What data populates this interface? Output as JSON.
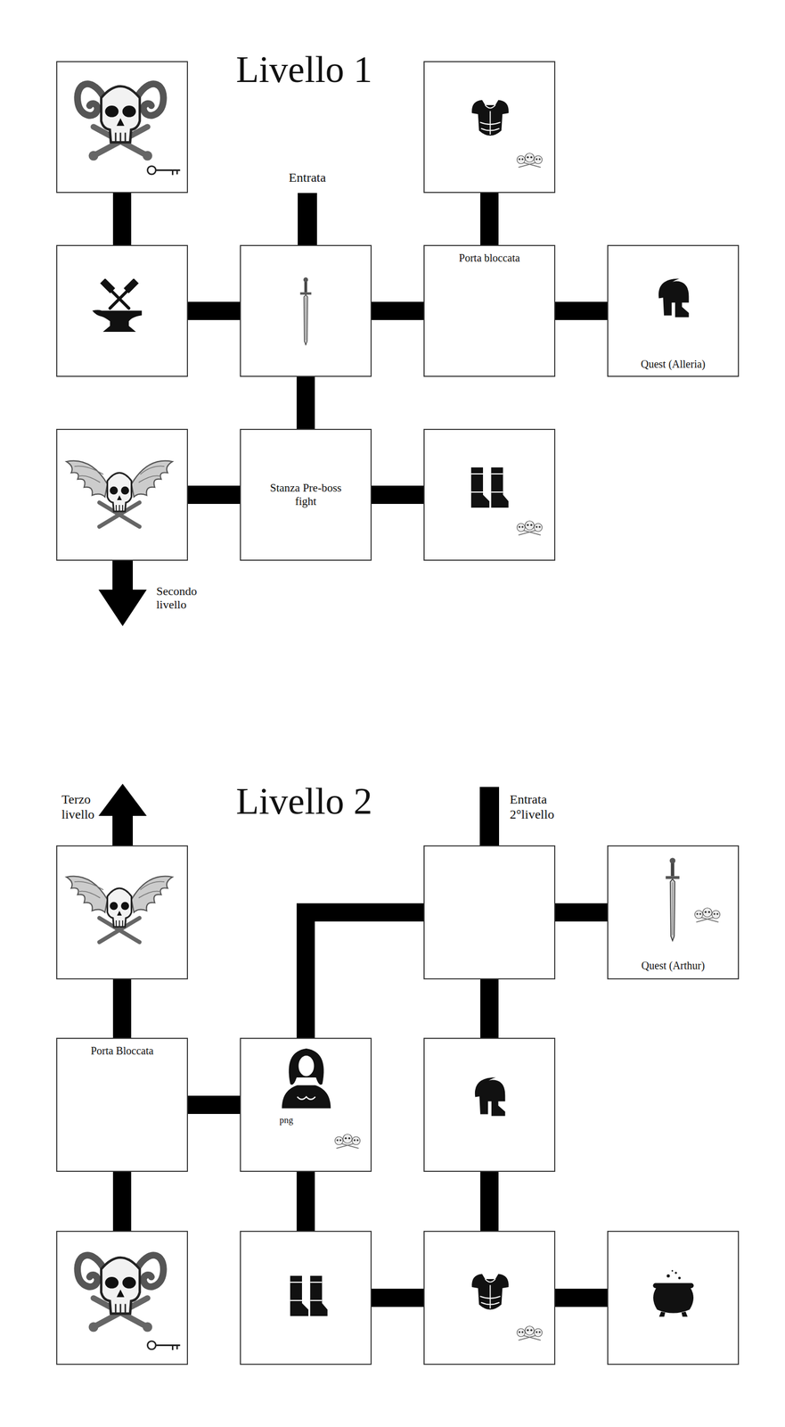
{
  "diagram": {
    "nodes": [
      {},
      {},
      {},
      {},
      {
        "text": [
          "Porta bloccata"
        ]
      },
      {
        "text": [
          "Quest (Alleria)"
        ]
      },
      {},
      {
        "text": [
          "Stanza Pre-boss fight"
        ]
      },
      {},
      {},
      {},
      {
        "text": [
          "Quest (Arthur)"
        ]
      },
      {
        "text": [
          "Porta Bloccata"
        ]
      },
      {
        "text": [
          "png"
        ]
      },
      {},
      {},
      {},
      {},
      {}
    ],
    "edges": [
      {
        "from": 0,
        "to": 2,
        "arrow": "none"
      },
      {
        "from": 2,
        "to": 3,
        "arrow": "none"
      },
      {
        "from": 3,
        "to": 4,
        "arrow": "none"
      },
      {
        "from": 4,
        "to": 5,
        "arrow": "none"
      },
      {
        "from": 1,
        "to": 4,
        "arrow": "none"
      },
      {
        "from": 3,
        "to": 7,
        "arrow": "none"
      },
      {
        "from": 6,
        "to": 7,
        "arrow": "none"
      },
      {
        "from": 7,
        "to": 8,
        "arrow": "none"
      },
      {
        "from": 9,
        "to": 12,
        "arrow": "none"
      },
      {
        "from": 10,
        "to": 11,
        "arrow": "none"
      },
      {
        "from": 13,
        "to": 10,
        "arrow": "none"
      },
      {
        "from": 10,
        "to": 14,
        "arrow": "none"
      },
      {
        "from": 12,
        "to": 13,
        "arrow": "none"
      },
      {
        "from": 12,
        "to": 15,
        "arrow": "none"
      },
      {
        "from": 13,
        "to": 16,
        "arrow": "none"
      },
      {
        "from": 14,
        "to": 17,
        "arrow": "none"
      },
      {
        "from": 16,
        "to": 17,
        "arrow": "none"
      },
      {
        "from": 17,
        "to": 18,
        "arrow": "none"
      }
    ],
    "labels": [
      "Livello 1",
      "Entrata",
      "Secondo livello",
      "Livello 2",
      "Terzo livello",
      "Entrata 2°livello"
    ]
  }
}
